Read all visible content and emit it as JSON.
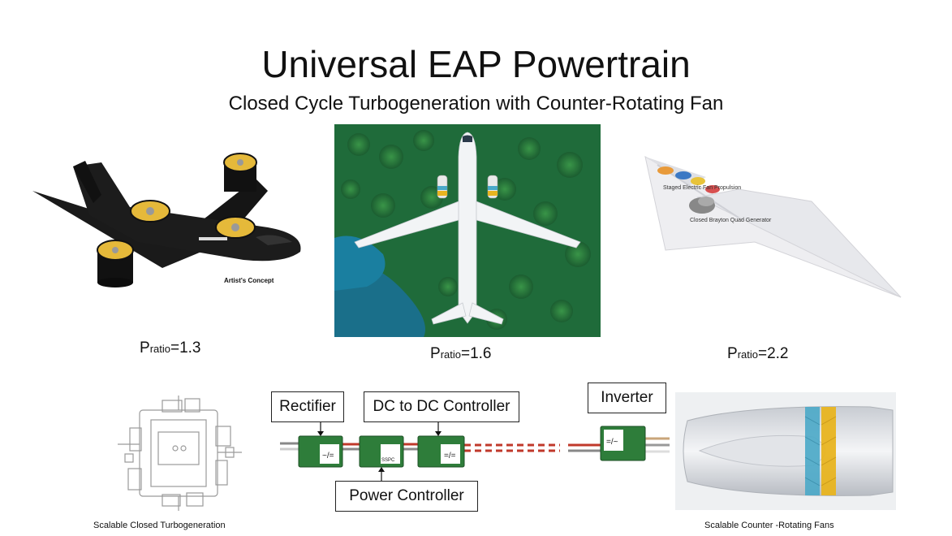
{
  "header": {
    "title": "Universal EAP Powertrain",
    "subtitle": "Closed Cycle Turbogeneration with Counter-Rotating Fan"
  },
  "concepts": [
    {
      "prefix": "P",
      "sub": "ratio",
      "value": "=1.3",
      "note": "Artist's Concept"
    },
    {
      "prefix": "P",
      "sub": "ratio",
      "value": "=1.6"
    },
    {
      "prefix": "P",
      "sub": "ratio",
      "value": "=2.2",
      "labels": [
        "Staged Electric Fan Propulsion",
        "Closed Brayton Quad Generator"
      ]
    }
  ],
  "powertrain": {
    "rectifier": "Rectifier",
    "dcdc": "DC to DC Controller",
    "power_controller": "Power Controller",
    "inverter": "Inverter",
    "sspc": "SSPC"
  },
  "captions": {
    "left": "Scalable Closed Turbogeneration",
    "right": "Scalable Counter -Rotating Fans"
  },
  "colors": {
    "module_green": "#2e7d3a",
    "wire_red": "#c0392b",
    "fan_blue": "#4aa8c8",
    "fan_gold": "#e8b420",
    "forest": "#1f6b3a",
    "water": "#1a6f8a"
  }
}
